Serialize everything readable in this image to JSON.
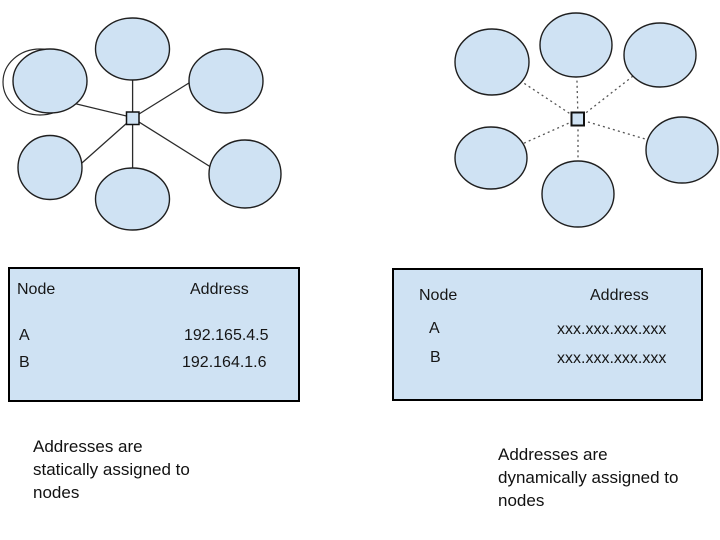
{
  "colors": {
    "node_fill": "#cfe2f3",
    "node_ghost_fill": "#ffffff",
    "hub_fill": "#cfe2f3",
    "table_fill": "#cfe2f3",
    "background": "#ffffff"
  },
  "left_panel": {
    "diagram": {
      "type": "star-network",
      "link_style": "solid",
      "node_count": 6
    },
    "table": {
      "header": {
        "node": "Node",
        "address": "Address"
      },
      "rows": [
        {
          "node": "A",
          "address": "192.165.4.5"
        },
        {
          "node": "B",
          "address": "192.164.1.6"
        }
      ]
    },
    "caption": "Addresses are\nstatically assigned to\nnodes"
  },
  "right_panel": {
    "diagram": {
      "type": "star-network",
      "link_style": "dotted",
      "node_count": 6
    },
    "table": {
      "header": {
        "node": "Node",
        "address": "Address"
      },
      "rows": [
        {
          "node": "A",
          "address": "xxx.xxx.xxx.xxx"
        },
        {
          "node": "B",
          "address": "xxx.xxx.xxx.xxx"
        }
      ]
    },
    "caption": "Addresses are\ndynamically assigned to\nnodes"
  }
}
